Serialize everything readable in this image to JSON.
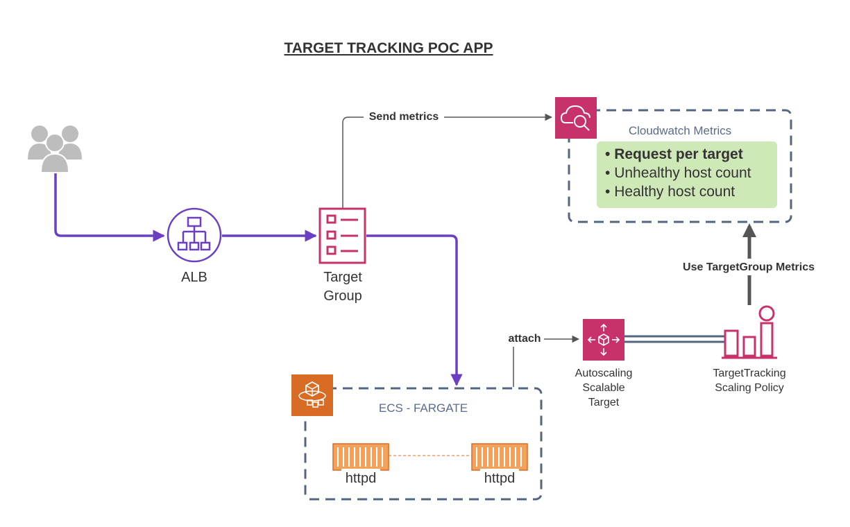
{
  "title": "TARGET TRACKING POC APP",
  "nodes": {
    "users": {
      "icon": "users-icon"
    },
    "alb": {
      "label": "ALB",
      "icon": "load-balancer-icon"
    },
    "target_group": {
      "label_line1": "Target",
      "label_line2": "Group",
      "icon": "target-group-icon"
    },
    "ecs_group": {
      "label": "ECS - FARGATE",
      "icon": "fargate-icon"
    },
    "container1": {
      "label": "httpd",
      "icon": "container-icon"
    },
    "container2": {
      "label": "httpd",
      "icon": "container-icon"
    },
    "cloudwatch_group": {
      "label": "Cloudwatch Metrics",
      "icon": "cloudwatch-icon",
      "metrics": [
        "Request per target",
        "Unhealthy host count",
        "Healthy host count"
      ]
    },
    "autoscaling": {
      "label_line1": "Autoscaling",
      "label_line2": "Scalable",
      "label_line3": "Target",
      "icon": "autoscaling-icon"
    },
    "policy": {
      "label_line1": "TargetTracking",
      "label_line2": "Scaling Policy",
      "icon": "scaling-policy-icon"
    }
  },
  "edges": {
    "send_metrics": "Send metrics",
    "attach": "attach",
    "use_metrics": "Use TargetGroup Metrics"
  },
  "colors": {
    "flow": "#6a3fc3",
    "aws_pink": "#c7326a",
    "aws_orange": "#d86c25",
    "dashed": "#56657f",
    "metrics_bg": "#cfe8b7",
    "arrow_gray": "#555555"
  }
}
